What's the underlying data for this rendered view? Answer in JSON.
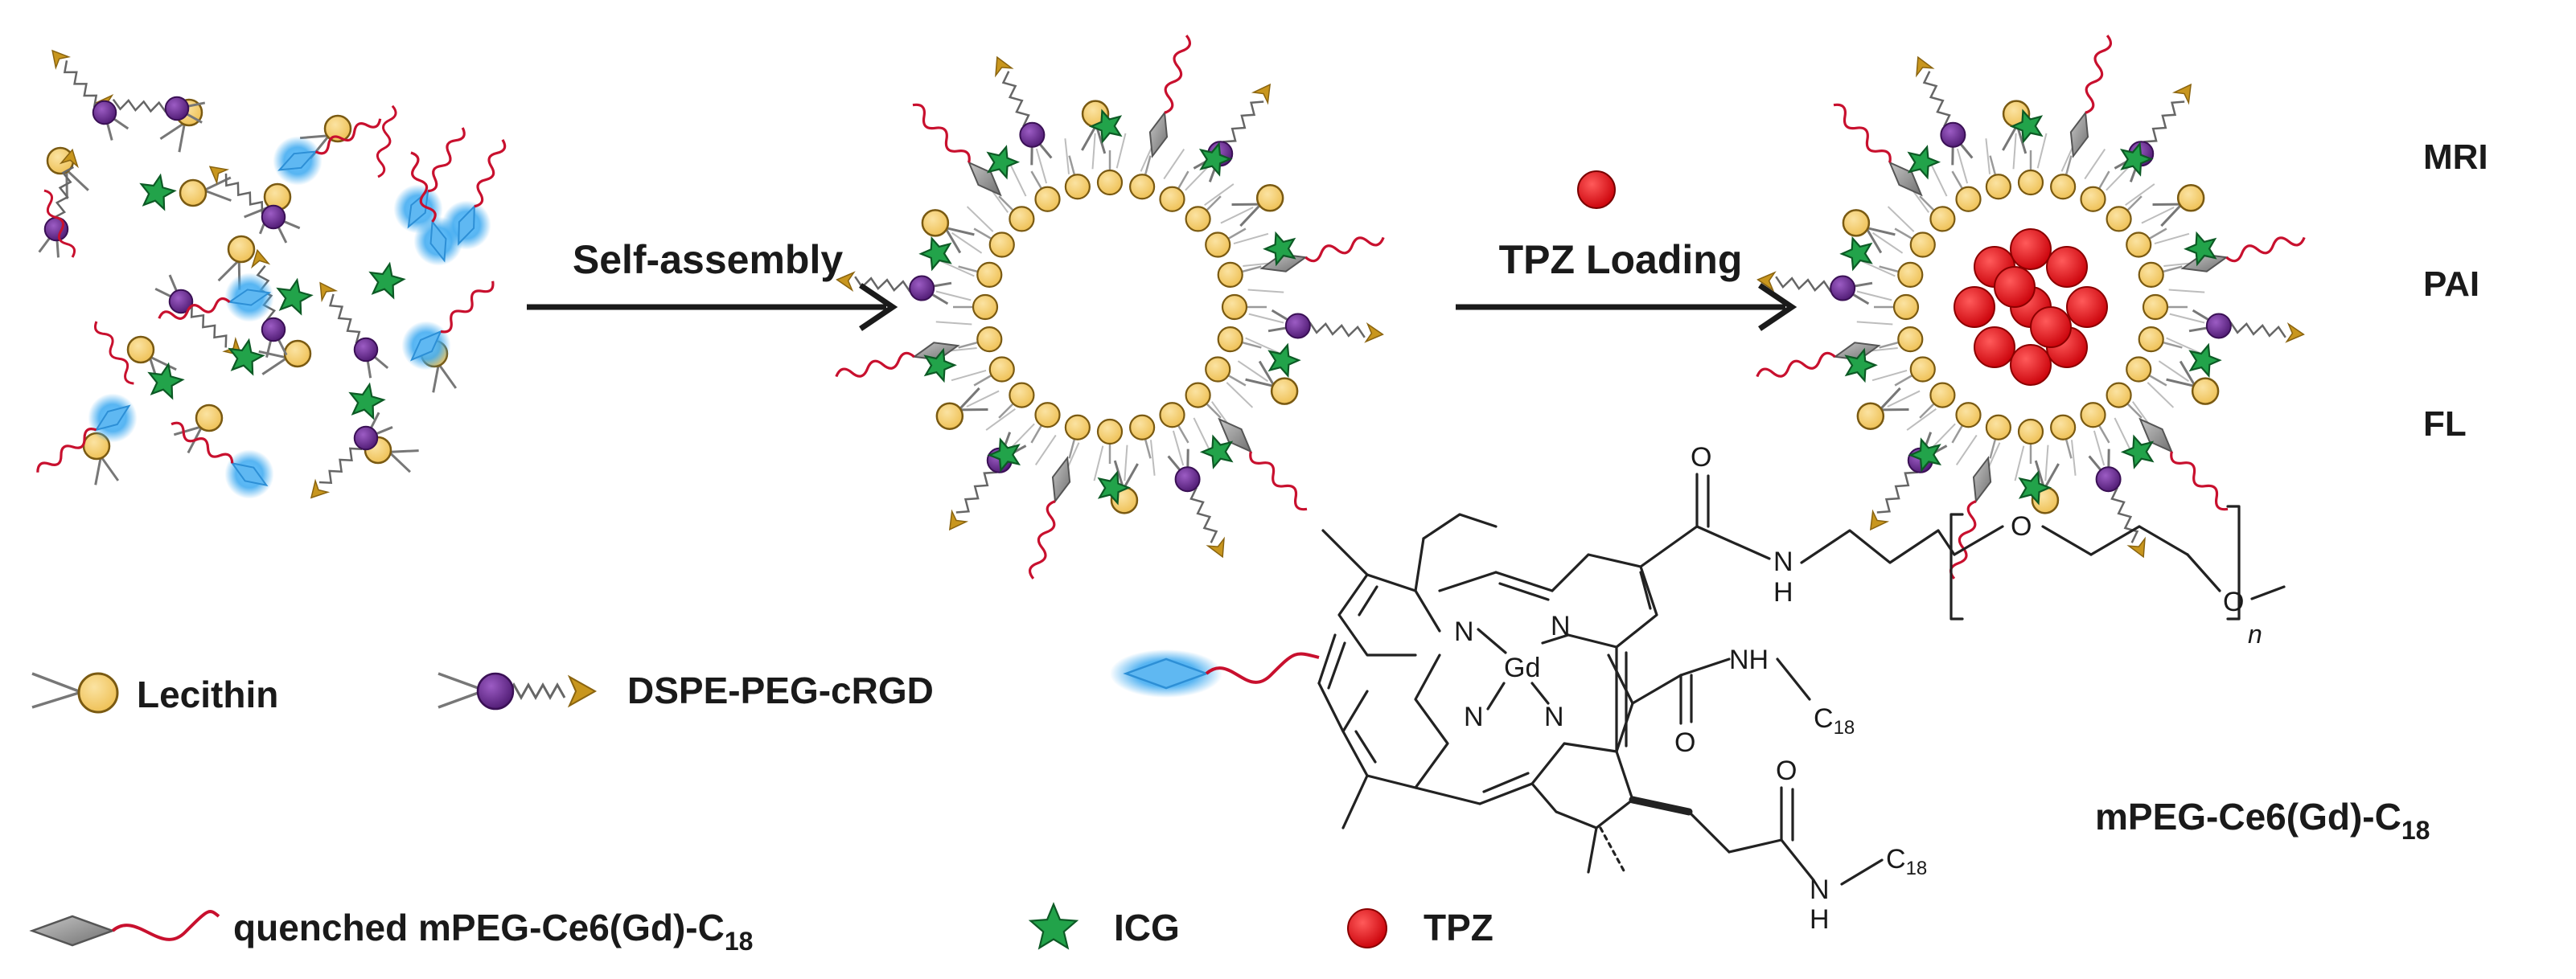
{
  "steps": {
    "self_assembly": "Self-assembly",
    "tpz_loading": "TPZ Loading"
  },
  "modalities": [
    "MRI",
    "PAI",
    "FL"
  ],
  "legend": {
    "lecithin": "Lecithin",
    "dspe_peg_crgd": "DSPE-PEG-cRGD",
    "quenched_base": "quenched mPEG-Ce6(Gd)-C",
    "quenched_sub": "18",
    "icg": "ICG",
    "tpz": "TPZ"
  },
  "molecule": {
    "name_base": "mPEG-Ce6(Gd)-C",
    "name_sub": "18",
    "atoms": {
      "metal": "Gd",
      "n": "N",
      "nh": "NH",
      "h": "H",
      "o": "O",
      "c": "C",
      "c_sub": "18",
      "n_sub": "n"
    }
  },
  "colors": {
    "lecithin_head": "#f3cd6b",
    "lecithin_stroke": "#8a6a1a",
    "dspe_head": "#6b2c91",
    "peg_arrow": "#c8961e",
    "icg_star": "#22a34a",
    "tpz": "#e10d12",
    "ce6_tail": "#c8102e",
    "quencher": "#9a9a9a",
    "ce6_glow": "#3aa8f0"
  }
}
